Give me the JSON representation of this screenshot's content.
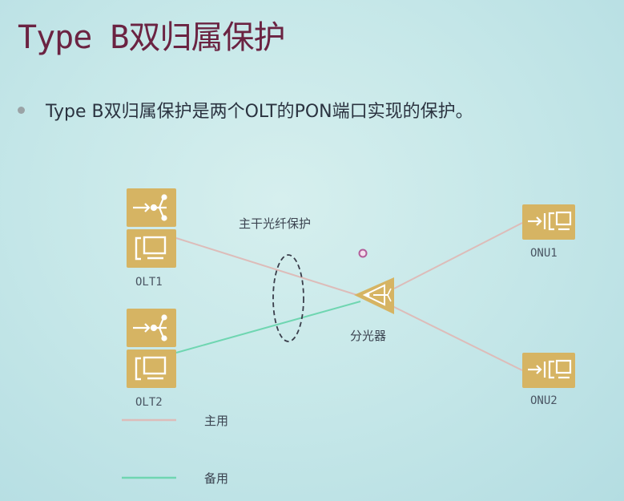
{
  "slide": {
    "title": "Type B双归属保护",
    "bullet": "Type  B双归属保护是两个OLT的PON端口实现的保护。"
  },
  "diagram": {
    "trunk_label": "主干光纤保护",
    "splitter_label": "分光器",
    "nodes": {
      "olt1": "OLT1",
      "olt2": "OLT2",
      "onu1": "ONU1",
      "onu2": "ONU2"
    },
    "legend": {
      "primary": "主用",
      "backup": "备用"
    }
  },
  "colors": {
    "title": "#6b2342",
    "device": "#d6b463",
    "primary_line": "#ddbcb9",
    "backup_line": "#6fd6b1",
    "ellipse": "#3a3d4a",
    "laser_dot": "#b35d9a"
  },
  "icons": [
    "olt-port-icon",
    "olt-device-icon",
    "onu-icon",
    "splitter-icon"
  ]
}
